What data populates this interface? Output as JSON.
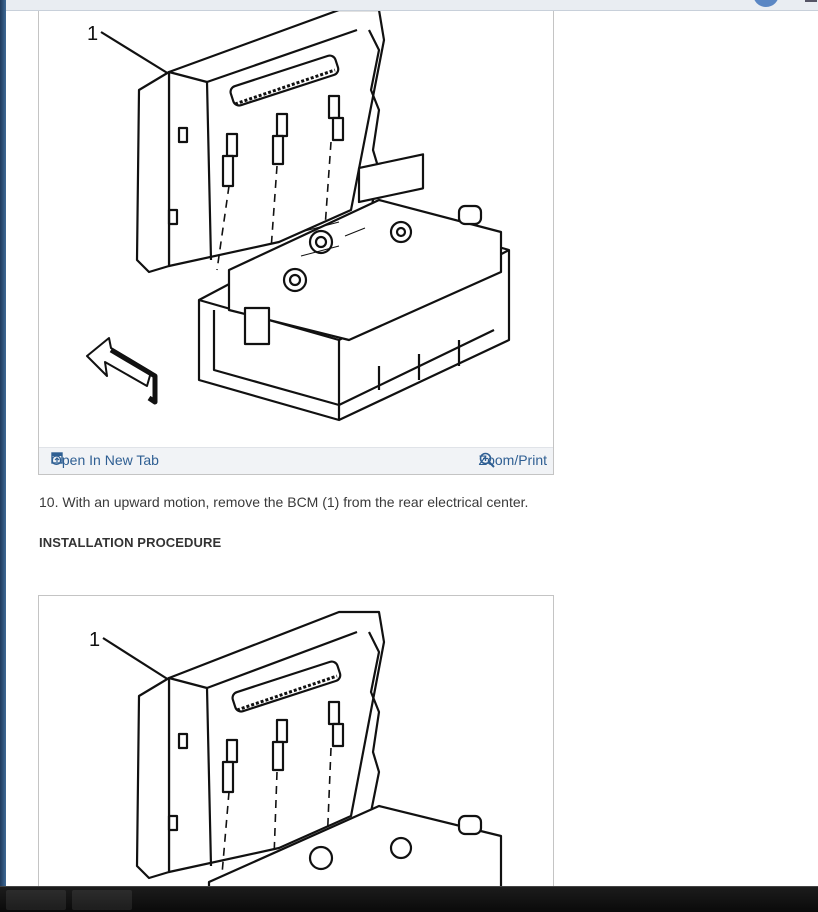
{
  "figure_1": {
    "callout": "1",
    "open_label": "Open In New Tab",
    "zoom_label": "Zoom/Print"
  },
  "step": {
    "text": "10. With an upward motion, remove the BCM (1) from the rear electrical center."
  },
  "section": {
    "heading": "INSTALLATION PROCEDURE"
  },
  "figure_2": {
    "callout": "1"
  },
  "colors": {
    "link": "#2f5f93",
    "toolbar_bg": "#f1f3f6",
    "text": "#3a3a3a"
  }
}
